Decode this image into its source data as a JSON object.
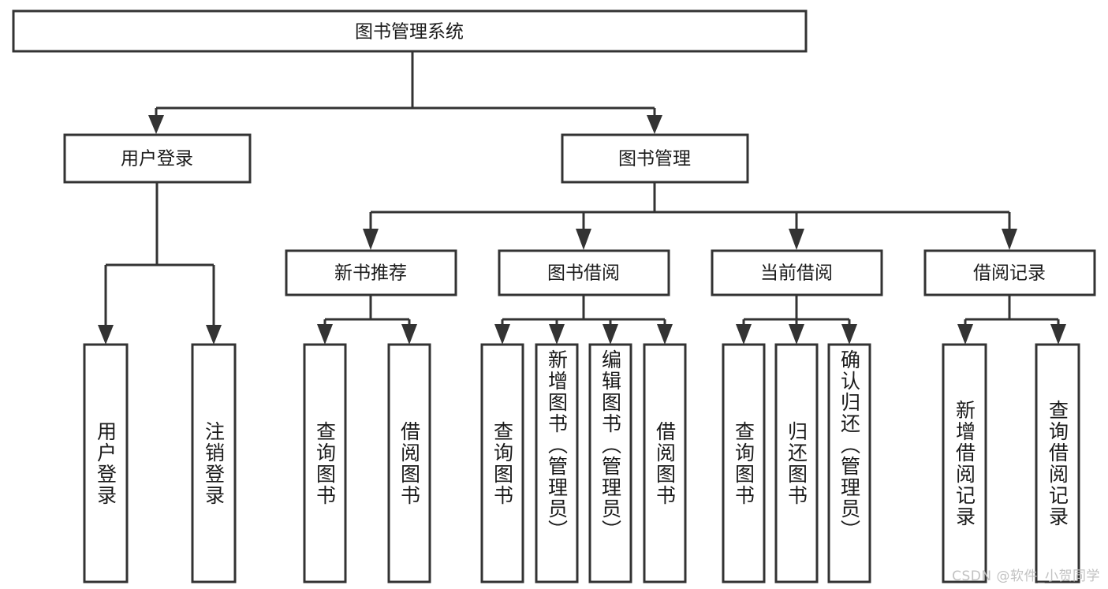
{
  "diagram": {
    "title": "图书管理系统",
    "watermark": "CSDN @软件_小贺同学",
    "line_color": "#333333",
    "box_fill": "#ffffff",
    "text_color": "#1a1a1a",
    "root": {
      "label": "图书管理系统",
      "orientation": "horizontal"
    },
    "level2": [
      {
        "label": "用户登录",
        "orientation": "horizontal"
      },
      {
        "label": "图书管理",
        "orientation": "horizontal"
      }
    ],
    "level3": [
      {
        "label": "新书推荐",
        "orientation": "horizontal",
        "parent": "图书管理"
      },
      {
        "label": "图书借阅",
        "orientation": "horizontal",
        "parent": "图书管理"
      },
      {
        "label": "当前借阅",
        "orientation": "horizontal",
        "parent": "图书管理"
      },
      {
        "label": "借阅记录",
        "orientation": "horizontal",
        "parent": "图书管理"
      }
    ],
    "leaves": {
      "用户登录": [
        {
          "label": "用户登录",
          "orientation": "vertical"
        },
        {
          "label": "注销登录",
          "orientation": "vertical"
        }
      ],
      "新书推荐": [
        {
          "label": "查询图书",
          "orientation": "vertical"
        },
        {
          "label": "借阅图书",
          "orientation": "vertical"
        }
      ],
      "图书借阅": [
        {
          "label": "查询图书",
          "orientation": "vertical"
        },
        {
          "label": "新增图书（管理员）",
          "orientation": "vertical"
        },
        {
          "label": "编辑图书（管理员）",
          "orientation": "vertical"
        },
        {
          "label": "借阅图书",
          "orientation": "vertical"
        }
      ],
      "当前借阅": [
        {
          "label": "查询图书",
          "orientation": "vertical"
        },
        {
          "label": "归还图书",
          "orientation": "vertical"
        },
        {
          "label": "确认归还（管理员）",
          "orientation": "vertical"
        }
      ],
      "借阅记录": [
        {
          "label": "新增借阅记录",
          "orientation": "vertical"
        },
        {
          "label": "查询借阅记录",
          "orientation": "vertical"
        }
      ]
    }
  }
}
